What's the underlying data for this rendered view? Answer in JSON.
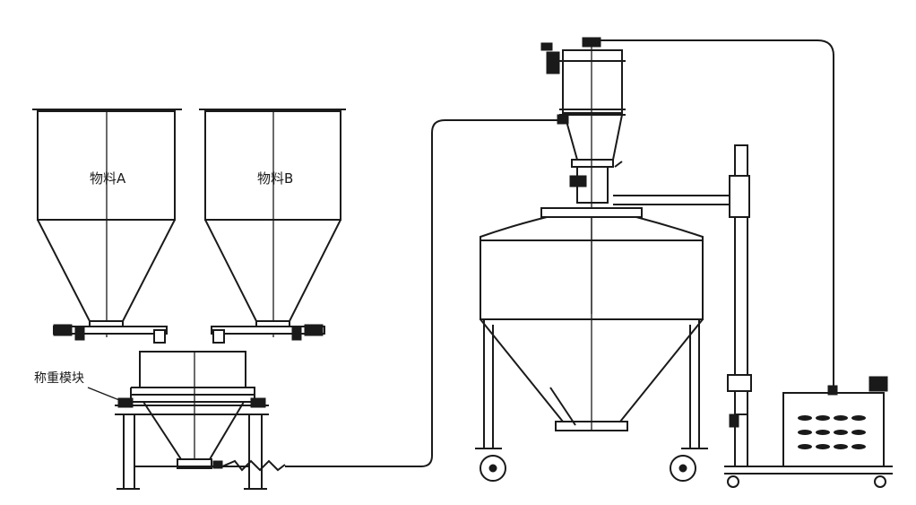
{
  "labels": {
    "material_a": "物料A",
    "material_b": "物料B",
    "weighing_module": "称重模块"
  },
  "colors": {
    "line": "#1a1a1a",
    "background": "#ffffff"
  }
}
